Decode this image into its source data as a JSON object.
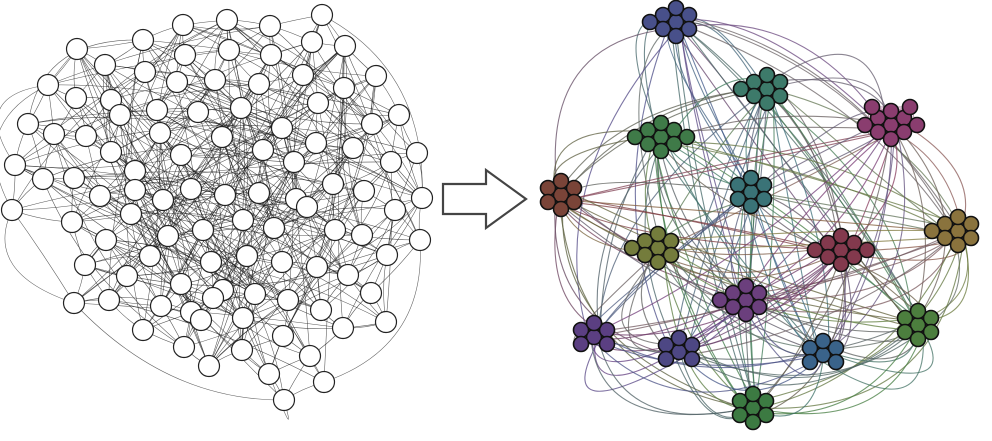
{
  "figure": {
    "left_panel": {
      "name": "unclustered-network",
      "node_fill": "#ffffff",
      "node_stroke": "#222222",
      "edge_color": "#1a1a1a"
    },
    "arrow": {
      "name": "transform-arrow",
      "fill": "#ffffff",
      "stroke": "#444444"
    },
    "right_panel": {
      "name": "clustered-network",
      "node_stroke": "#111111",
      "clusters": [
        {
          "id": "top-navy",
          "color": "#48508a"
        },
        {
          "id": "teal-top",
          "color": "#3d7a6a"
        },
        {
          "id": "green-left",
          "color": "#3f7a48"
        },
        {
          "id": "magenta-right",
          "color": "#8a3d6f"
        },
        {
          "id": "brown-left",
          "color": "#7a4438"
        },
        {
          "id": "cyan-center",
          "color": "#3a7377"
        },
        {
          "id": "ochre-right",
          "color": "#8a733d"
        },
        {
          "id": "olive-left",
          "color": "#747c3c"
        },
        {
          "id": "crimson-center",
          "color": "#83394d"
        },
        {
          "id": "violet-center",
          "color": "#6b3f7d"
        },
        {
          "id": "green-right",
          "color": "#4c7e3e"
        },
        {
          "id": "purple-bottom-left",
          "color": "#5b3f82"
        },
        {
          "id": "indigo-bottom",
          "color": "#4d4784"
        },
        {
          "id": "steel-blue-bottom",
          "color": "#3a638a"
        },
        {
          "id": "green-bottom",
          "color": "#3c7a42"
        }
      ]
    }
  }
}
